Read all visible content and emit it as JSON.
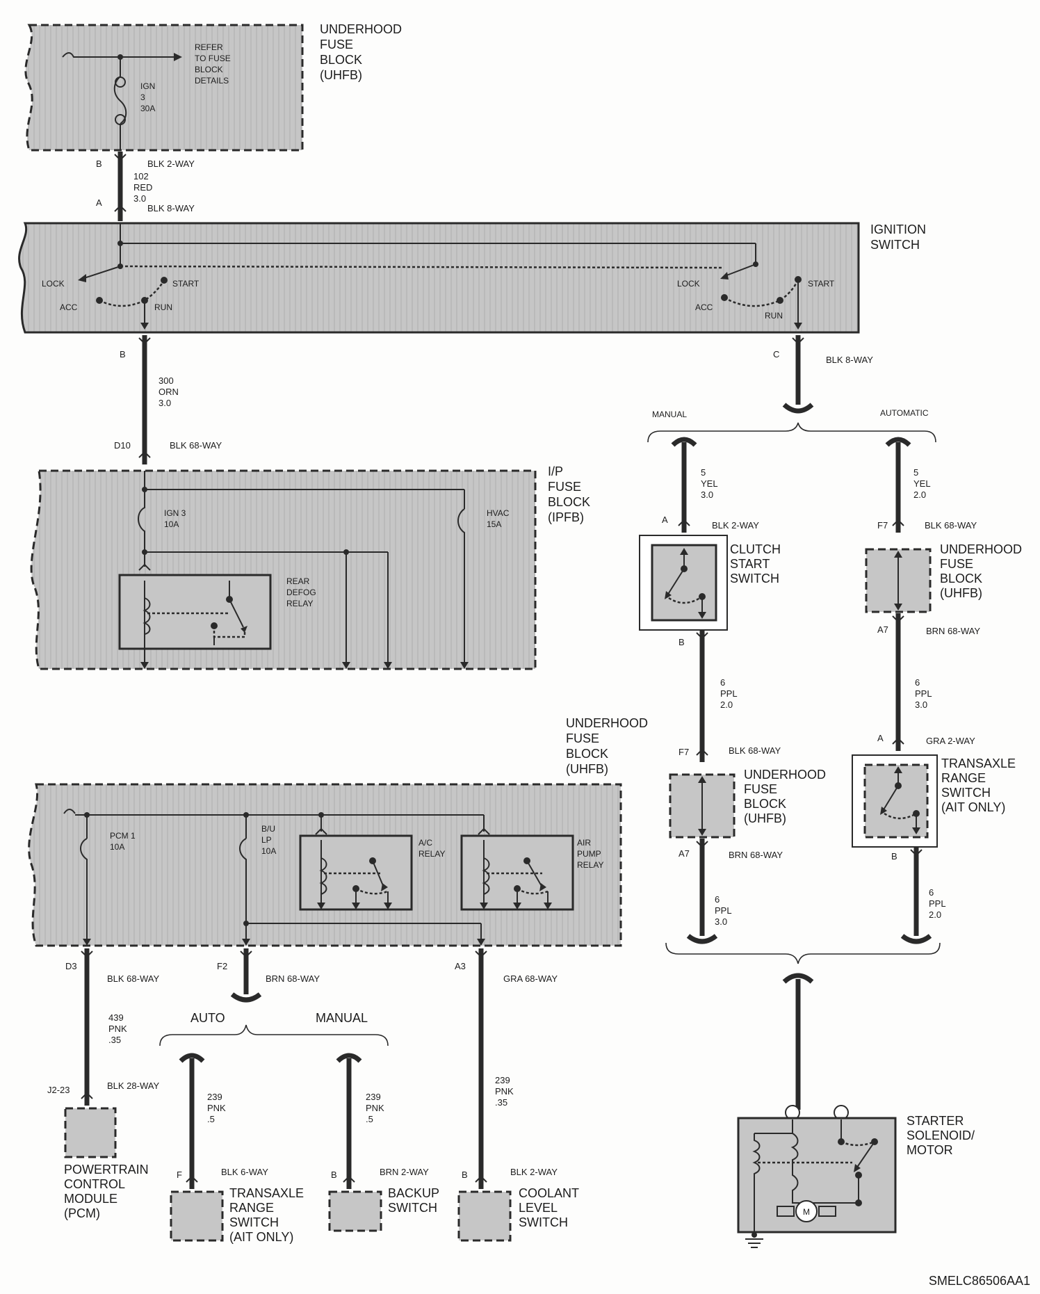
{
  "uhfb_top": {
    "title": [
      "UNDERHOOD",
      "FUSE",
      "BLOCK",
      "(UHFB)"
    ],
    "note": [
      "REFER",
      "TO FUSE",
      "BLOCK",
      "DETAILS"
    ],
    "fuse": [
      "IGN",
      "3",
      "30A"
    ]
  },
  "conn_uhfb_ign": {
    "pin_b": "B",
    "type_b": "BLK 2-WAY",
    "wire": [
      "102",
      "RED",
      "3.0"
    ],
    "pin_a": "A",
    "type_a": "BLK 8-WAY"
  },
  "ignition": {
    "title": [
      "IGNITION",
      "SWITCH"
    ],
    "lock": "LOCK",
    "start": "START",
    "acc": "ACC",
    "run": "RUN"
  },
  "conn_ign_ipfb": {
    "pin": "B",
    "wire": [
      "300",
      "ORN",
      "3.0"
    ],
    "pin2": "D10",
    "type2": "BLK 68-WAY"
  },
  "conn_ign_c": {
    "pin": "C",
    "type": "BLK 8-WAY"
  },
  "ipfb": {
    "title": [
      "I/P",
      "FUSE",
      "BLOCK",
      "(IPFB)"
    ],
    "fuse1": [
      "IGN 3",
      "10A"
    ],
    "fuse2": [
      "HVAC",
      "15A"
    ],
    "relay": [
      "REAR",
      "DEFOG",
      "RELAY"
    ]
  },
  "branches": {
    "manual": "MANUAL",
    "automatic": "AUTOMATIC"
  },
  "manual_path": {
    "wire1": [
      "5",
      "YEL",
      "3.0"
    ],
    "pin_a": "A",
    "type_a": "BLK 2-WAY",
    "clutch": [
      "CLUTCH",
      "START",
      "SWITCH"
    ],
    "pin_b": "B",
    "wire2": [
      "6",
      "PPL",
      "2.0"
    ],
    "pin_f7": "F7",
    "type_f7": "BLK 68-WAY",
    "uhfb": [
      "UNDERHOOD",
      "FUSE",
      "BLOCK",
      "(UHFB)"
    ],
    "pin_a7": "A7",
    "type_a7": "BRN 68-WAY",
    "wire3": [
      "6",
      "PPL",
      "3.0"
    ]
  },
  "auto_path": {
    "wire1": [
      "5",
      "YEL",
      "2.0"
    ],
    "pin_f7": "F7",
    "type_f7": "BLK 68-WAY",
    "uhfb": [
      "UNDERHOOD",
      "FUSE",
      "BLOCK",
      "(UHFB)"
    ],
    "pin_a7": "A7",
    "type_a7": "BRN 68-WAY",
    "wire2": [
      "6",
      "PPL",
      "3.0"
    ],
    "pin_a": "A",
    "type_a": "GRA 2-WAY",
    "trs": [
      "TRANSAXLE",
      "RANGE",
      "SWITCH",
      "(AIT ONLY)"
    ],
    "pin_b": "B",
    "wire3": [
      "6",
      "PPL",
      "2.0"
    ]
  },
  "uhfb_low": {
    "title": [
      "UNDERHOOD",
      "FUSE",
      "BLOCK",
      "(UHFB)"
    ],
    "fuse1": [
      "PCM 1",
      "10A"
    ],
    "fuse2": [
      "B/U",
      "LP",
      "10A"
    ],
    "relay1": [
      "A/C",
      "RELAY"
    ],
    "relay2": [
      "AIR",
      "PUMP",
      "RELAY"
    ]
  },
  "pcm_path": {
    "pin": "D3",
    "type": "BLK 68-WAY",
    "wire": [
      "439",
      "PNK",
      ".35"
    ],
    "pin2": "J2-23",
    "type2": "BLK 28-WAY",
    "module": [
      "POWERTRAIN",
      "CONTROL",
      "MODULE",
      "(PCM)"
    ]
  },
  "bu_path": {
    "pin": "F2",
    "type": "BRN 68-WAY",
    "auto": "AUTO",
    "manual": "MANUAL",
    "left": {
      "wire": [
        "239",
        "PNK",
        ".5"
      ],
      "pin": "F",
      "type": "BLK 6-WAY",
      "name": [
        "TRANSAXLE",
        "RANGE",
        "SWITCH",
        "(AIT ONLY)"
      ]
    },
    "right": {
      "wire": [
        "239",
        "PNK",
        ".5"
      ],
      "pin": "B",
      "type": "BRN 2-WAY",
      "name": [
        "BACKUP",
        "SWITCH"
      ]
    }
  },
  "cool_path": {
    "pin": "A3",
    "type": "GRA 68-WAY",
    "wire": [
      "239",
      "PNK",
      ".35"
    ],
    "pin2": "B",
    "type2": "BLK 2-WAY",
    "name": [
      "COOLANT",
      "LEVEL",
      "SWITCH"
    ]
  },
  "starter": {
    "name": [
      "STARTER",
      "SOLENOID/",
      "MOTOR"
    ],
    "motor": "M"
  },
  "footer": {
    "code": "SMELC86506AA1"
  }
}
